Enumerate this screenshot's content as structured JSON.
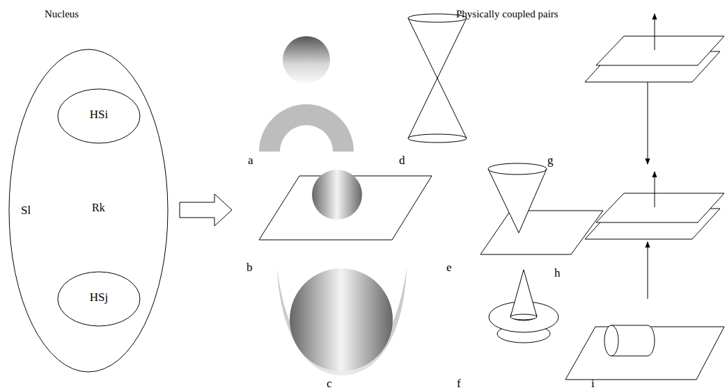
{
  "diagram": {
    "nodes": [
      {
        "text": [
          "Sl"
        ]
      },
      {
        "text": [
          "HSi"
        ],
        "in": 0
      },
      {
        "text": [
          "HSj"
        ],
        "in": 0
      }
    ],
    "edges": [
      {
        "from": 1,
        "to": 2,
        "arrow": "both",
        "label": "Rk"
      }
    ],
    "labels": [
      "Nucleus",
      "Physically coupled pairs",
      "a",
      "d",
      "g",
      "b",
      "e",
      "h",
      "c",
      "f",
      "i"
    ]
  }
}
